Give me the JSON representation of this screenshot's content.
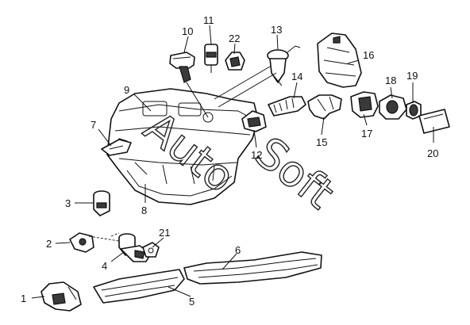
{
  "diagram": {
    "watermark": [
      "Auto",
      "Soft"
    ],
    "callouts": [
      {
        "id": "1",
        "label": "1"
      },
      {
        "id": "2",
        "label": "2"
      },
      {
        "id": "3",
        "label": "3"
      },
      {
        "id": "4",
        "label": "4"
      },
      {
        "id": "5",
        "label": "5"
      },
      {
        "id": "6",
        "label": "6"
      },
      {
        "id": "7",
        "label": "7"
      },
      {
        "id": "8",
        "label": "8"
      },
      {
        "id": "9",
        "label": "9"
      },
      {
        "id": "10",
        "label": "10"
      },
      {
        "id": "11",
        "label": "11"
      },
      {
        "id": "12",
        "label": "12"
      },
      {
        "id": "13",
        "label": "13"
      },
      {
        "id": "14",
        "label": "14"
      },
      {
        "id": "15",
        "label": "15"
      },
      {
        "id": "16",
        "label": "16"
      },
      {
        "id": "17",
        "label": "17"
      },
      {
        "id": "18",
        "label": "18"
      },
      {
        "id": "19",
        "label": "19"
      },
      {
        "id": "20",
        "label": "20"
      },
      {
        "id": "21",
        "label": "21"
      },
      {
        "id": "22",
        "label": "22"
      }
    ]
  }
}
